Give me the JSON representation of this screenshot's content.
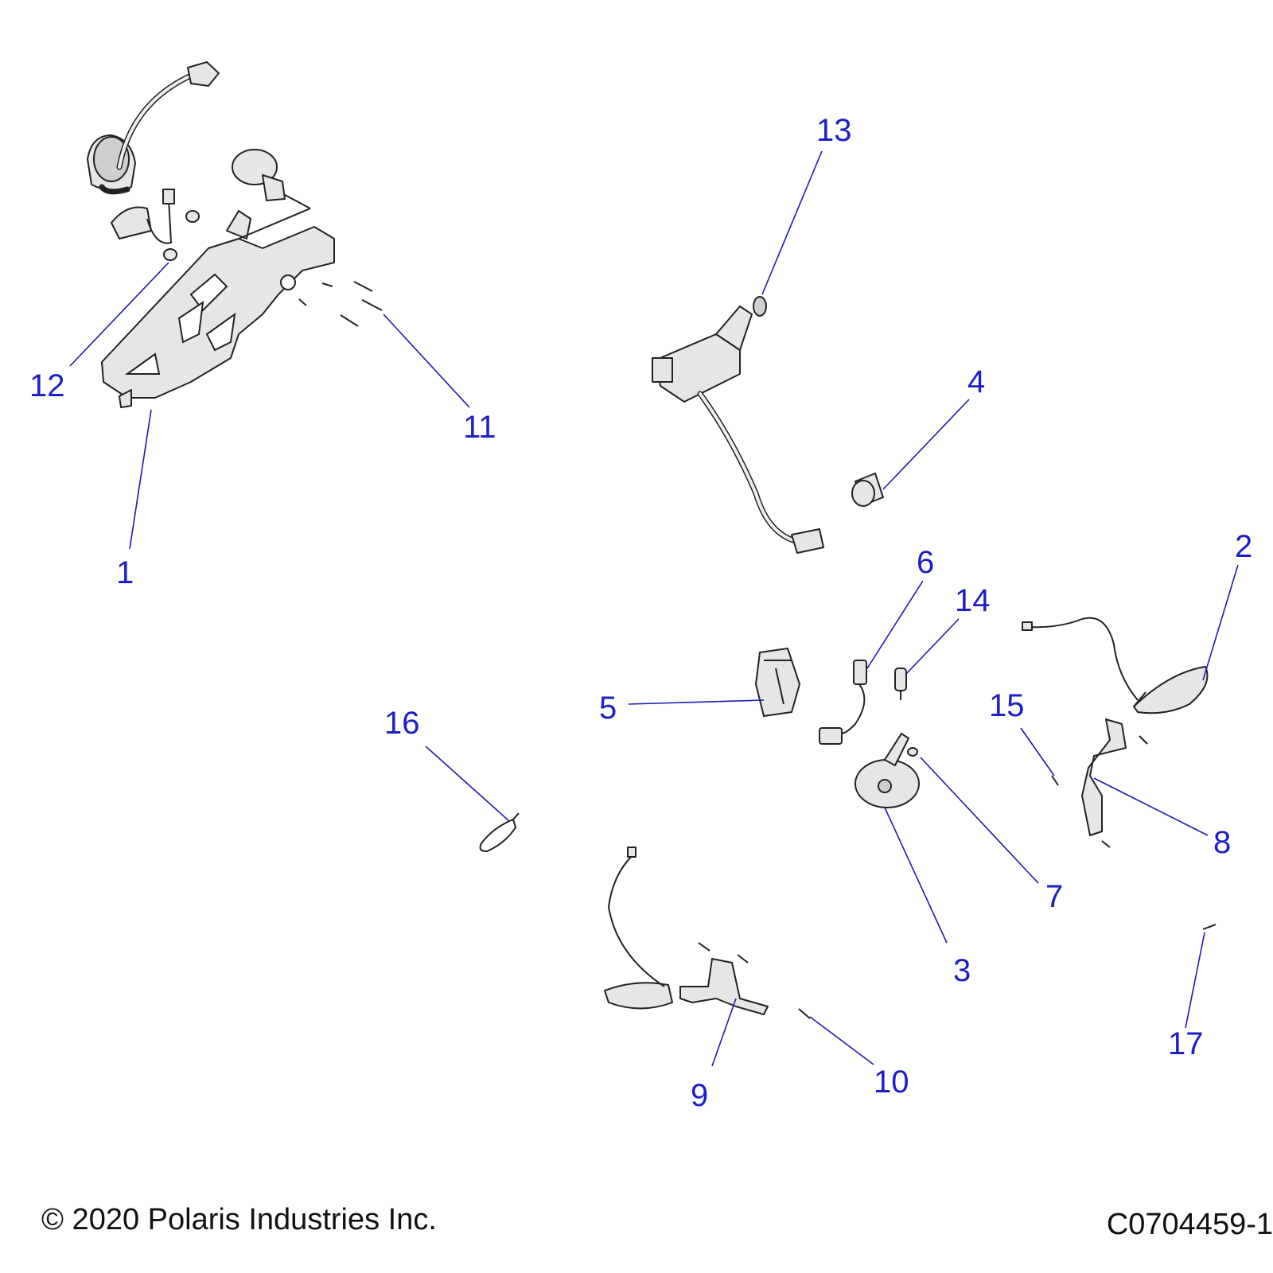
{
  "callouts": {
    "c1": "1",
    "c2": "2",
    "c3": "3",
    "c4": "4",
    "c5": "5",
    "c6": "6",
    "c7": "7",
    "c8": "8",
    "c9": "9",
    "c10": "10",
    "c11": "11",
    "c12": "12",
    "c13": "13",
    "c14": "14",
    "c15": "15",
    "c16": "16",
    "c17": "17"
  },
  "footer": {
    "copyright": "© 2020 Polaris Industries Inc.",
    "drawing_id": "C0704459-1"
  }
}
